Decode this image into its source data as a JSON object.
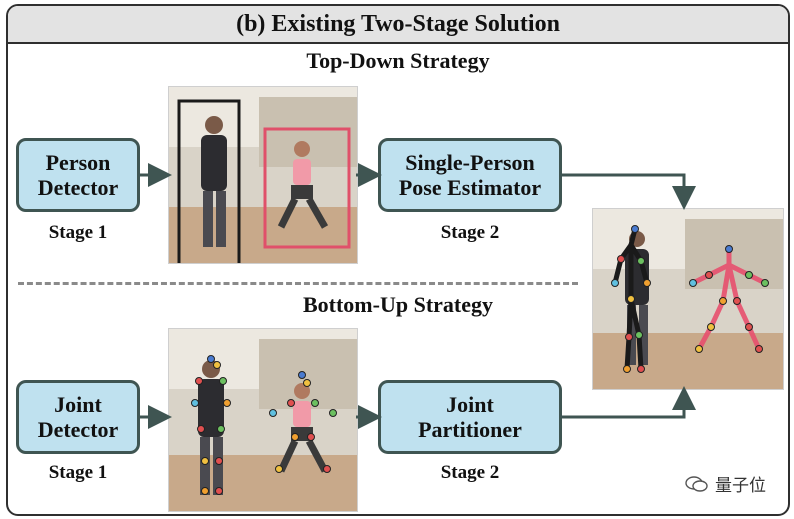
{
  "title": "(b) Existing Two-Stage Solution",
  "top_down": {
    "heading": "Top-Down Strategy",
    "box1": {
      "line1": "Person",
      "line2": "Detector",
      "stage": "Stage 1"
    },
    "box2": {
      "line1": "Single-Person",
      "line2": "Pose Estimator",
      "stage": "Stage 2"
    }
  },
  "bottom_up": {
    "heading": "Bottom-Up Strategy",
    "box1": {
      "line1": "Joint",
      "line2": "Detector",
      "stage": "Stage 1"
    },
    "box2": {
      "line1": "Joint",
      "line2": "Partitioner",
      "stage": "Stage 2"
    }
  },
  "watermark": "量子位",
  "colors": {
    "box_fill": "#bfe1ef",
    "box_border": "#3f5552",
    "arrow": "#3f5552",
    "bbox_person1": "#1a1a1a",
    "bbox_person2": "#e0506a",
    "skeleton_person1": "#1a1a1a",
    "skeleton_person2": "#e8506e"
  }
}
